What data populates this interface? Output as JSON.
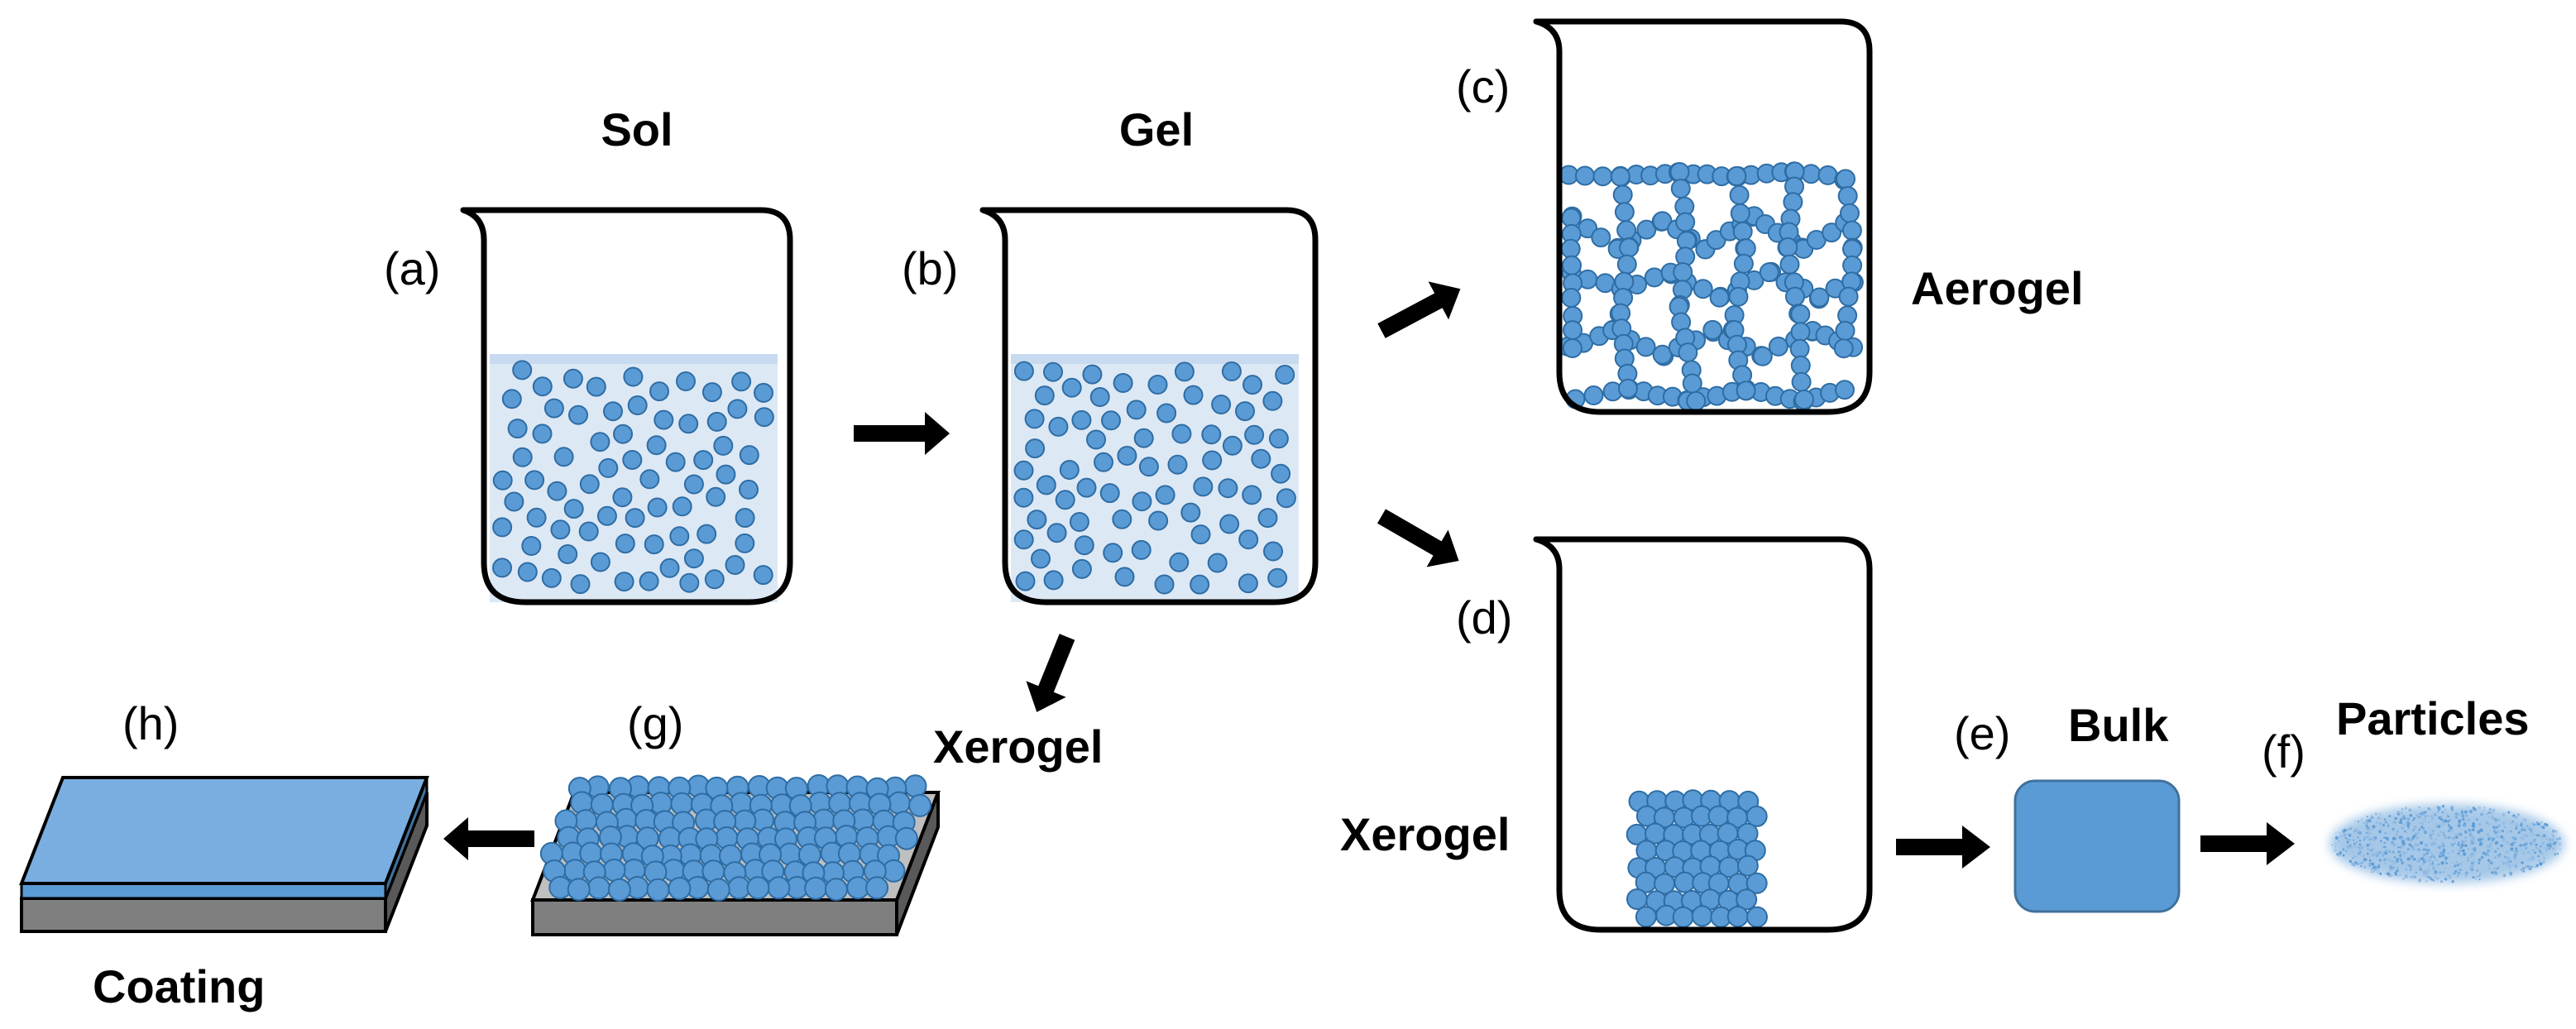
{
  "labels": {
    "sol": "Sol",
    "gel": "Gel",
    "aerogel": "Aerogel",
    "xerogel_thin": "Xerogel",
    "xerogel_bulk": "Xerogel",
    "bulk": "Bulk",
    "particles": "Particles",
    "coating": "Coating",
    "a": "(a)",
    "b": "(b)",
    "c": "(c)",
    "d": "(d)",
    "e": "(e)",
    "f": "(f)",
    "g": "(g)",
    "h": "(h)"
  },
  "colors": {
    "particle": "#5b9bd5",
    "particle_edge": "#2e6da4",
    "liquid": "#dde8f5",
    "liquid_surface": "#c8daef",
    "outline": "#000000",
    "bulk_block": "#5b9bd5",
    "substrate": "#7f7f7f",
    "coating_top": "#7aaee0"
  }
}
